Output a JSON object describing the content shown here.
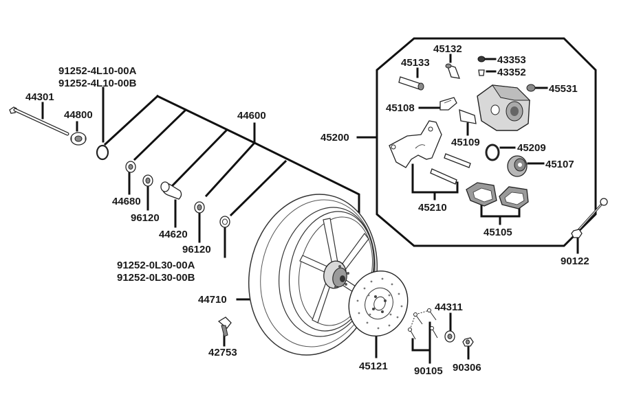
{
  "diagram": {
    "labels": [
      {
        "id": "p91252_4l10_00a",
        "text": "91252-4L10-00A"
      },
      {
        "id": "p91252_4l10_00b",
        "text": "91252-4L10-00B"
      },
      {
        "id": "p44301",
        "text": "44301"
      },
      {
        "id": "p44800",
        "text": "44800"
      },
      {
        "id": "p44600",
        "text": "44600"
      },
      {
        "id": "p44680",
        "text": "44680"
      },
      {
        "id": "p96120a",
        "text": "96120"
      },
      {
        "id": "p44620",
        "text": "44620"
      },
      {
        "id": "p96120b",
        "text": "96120"
      },
      {
        "id": "p91252_0l30_00a",
        "text": "91252-0L30-00A"
      },
      {
        "id": "p91252_0l30_00b",
        "text": "91252-0L30-00B"
      },
      {
        "id": "p44710",
        "text": "44710"
      },
      {
        "id": "p42753",
        "text": "42753"
      },
      {
        "id": "p45121",
        "text": "45121"
      },
      {
        "id": "p44311",
        "text": "44311"
      },
      {
        "id": "p90105",
        "text": "90105"
      },
      {
        "id": "p90306",
        "text": "90306"
      },
      {
        "id": "p45132",
        "text": "45132"
      },
      {
        "id": "p43353",
        "text": "43353"
      },
      {
        "id": "p45133",
        "text": "45133"
      },
      {
        "id": "p43352",
        "text": "43352"
      },
      {
        "id": "p45531",
        "text": "45531"
      },
      {
        "id": "p45108",
        "text": "45108"
      },
      {
        "id": "p45200",
        "text": "45200"
      },
      {
        "id": "p45109",
        "text": "45109"
      },
      {
        "id": "p45209",
        "text": "45209"
      },
      {
        "id": "p45107",
        "text": "45107"
      },
      {
        "id": "p45210",
        "text": "45210"
      },
      {
        "id": "p45105",
        "text": "45105"
      },
      {
        "id": "p90122",
        "text": "90122"
      }
    ]
  }
}
